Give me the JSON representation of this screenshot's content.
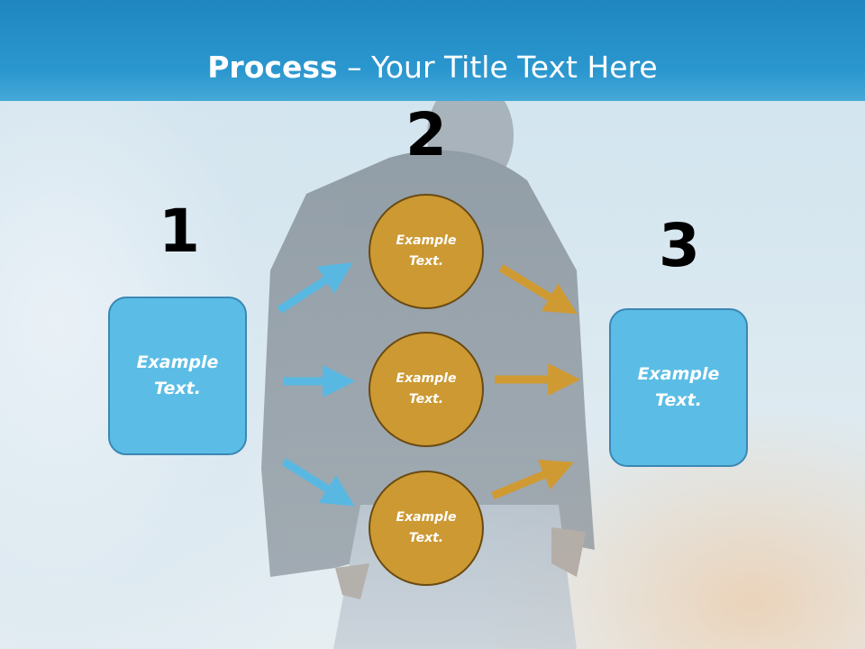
{
  "slide": {
    "title_bold": "Process",
    "title_rest": " – Your Title Text Here"
  },
  "steps": {
    "one": "1",
    "two": "2",
    "three": "3"
  },
  "left_box": {
    "text_line1": "Example",
    "text_line2": "Text."
  },
  "right_box": {
    "text_line1": "Example",
    "text_line2": "Text."
  },
  "circles": [
    {
      "line1": "Example",
      "line2": "Text."
    },
    {
      "line1": "Example",
      "line2": "Text."
    },
    {
      "line1": "Example",
      "line2": "Text."
    }
  ],
  "colors": {
    "header": "#2b97cf",
    "box_fill": "#5bbde5",
    "box_border": "#3b87b4",
    "circle_fill": "#cc9933",
    "circle_border": "#6a4a12",
    "blue_arrow": "#59b8e2",
    "gold_arrow": "#d09a33"
  }
}
